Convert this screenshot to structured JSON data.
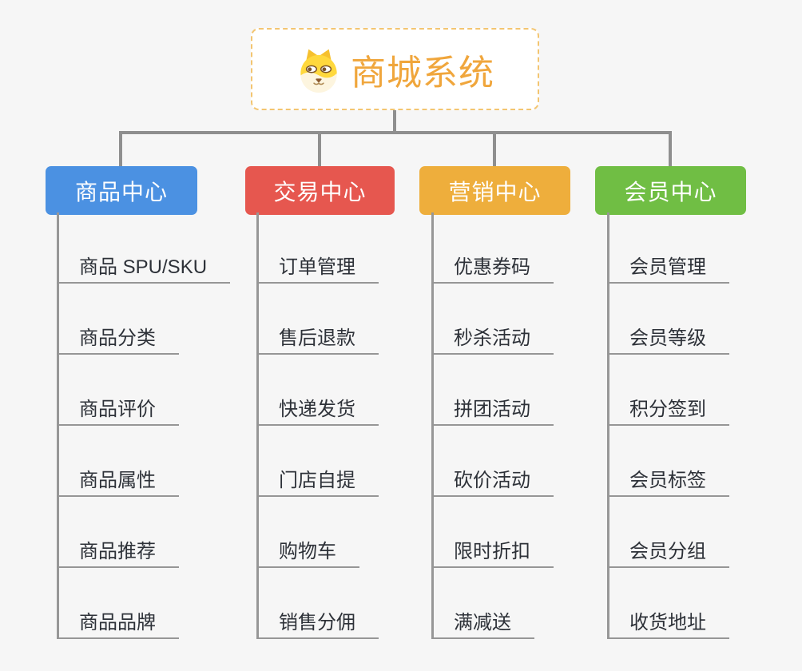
{
  "page": {
    "background": "#f6f6f6"
  },
  "root": {
    "title": "商城系统",
    "icon": "dog-face-icon",
    "title_color": "#f0a63c"
  },
  "connector_color": "#8f8f8f",
  "branches": [
    {
      "label": "商品中心",
      "color": "#4b91e2",
      "children": [
        "商品 SPU/SKU",
        "商品分类",
        "商品评价",
        "商品属性",
        "商品推荐",
        "商品品牌"
      ]
    },
    {
      "label": "交易中心",
      "color": "#e6574f",
      "children": [
        "订单管理",
        "售后退款",
        "快递发货",
        "门店自提",
        "购物车",
        "销售分佣"
      ]
    },
    {
      "label": "营销中心",
      "color": "#eeae3c",
      "children": [
        "优惠券码",
        "秒杀活动",
        "拼团活动",
        "砍价活动",
        "限时折扣",
        "满减送"
      ]
    },
    {
      "label": "会员中心",
      "color": "#70be44",
      "children": [
        "会员管理",
        "会员等级",
        "积分签到",
        "会员标签",
        "会员分组",
        "收货地址"
      ]
    }
  ]
}
